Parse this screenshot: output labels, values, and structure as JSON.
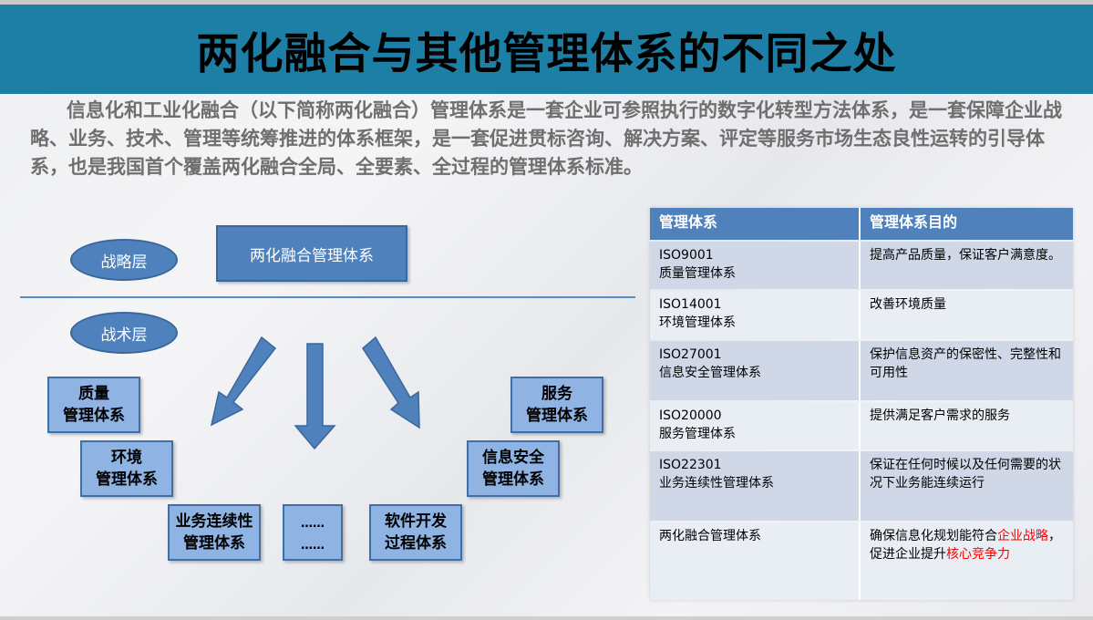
{
  "title": "两化融合与其他管理体系的不同之处",
  "intro": "信息化和工业化融合（以下简称两化融合）管理体系是一套企业可参照执行的数字化转型方法体系，是一套保障企业战略、业务、技术、管理等统筹推进的体系框架，是一套促进贯标咨询、解决方案、评定等服务市场生态良性运转的引导体系，也是我国首个覆盖两化融合全局、全要素、全过程的管理体系标准。",
  "diagram": {
    "strategic_layer": "战略层",
    "tactical_layer": "战术层",
    "top_system": "两化融合管理体系",
    "systems": [
      {
        "line1": "质量",
        "line2": "管理体系"
      },
      {
        "line1": "环境",
        "line2": "管理体系"
      },
      {
        "line1": "业务连续性",
        "line2": "管理体系"
      },
      {
        "line1": "……",
        "line2": "……"
      },
      {
        "line1": "软件开发",
        "line2": "过程体系"
      },
      {
        "line1": "信息安全",
        "line2": "管理体系"
      },
      {
        "line1": "服务",
        "line2": "管理体系"
      }
    ],
    "colors": {
      "primary": "#4f81bd",
      "light": "#8fb4e3"
    }
  },
  "table": {
    "headers": [
      "管理体系",
      "管理体系目的"
    ],
    "rows": [
      {
        "code": "ISO9001",
        "name": "质量管理体系",
        "purpose": "提高产品质量，保证客户满意度。"
      },
      {
        "code": "ISO14001",
        "name": "环境管理体系",
        "purpose": "改善环境质量"
      },
      {
        "code": "ISO27001",
        "name": "信息安全管理体系",
        "purpose": "保护信息资产的保密性、完整性和可用性"
      },
      {
        "code": "ISO20000",
        "name": "服务管理体系",
        "purpose": "提供满足客户需求的服务"
      },
      {
        "code": "ISO22301",
        "name": "业务连续性管理体系",
        "purpose": "保证在任何时候以及任何需要的状况下业务能连续运行"
      },
      {
        "code": "",
        "name": "两化融合管理体系",
        "purpose_parts": [
          "确保信息化规划能符合",
          "企业战略",
          "，促进企业提升",
          "核心竞争力"
        ]
      }
    ],
    "highlight_color": "#ff0000"
  }
}
